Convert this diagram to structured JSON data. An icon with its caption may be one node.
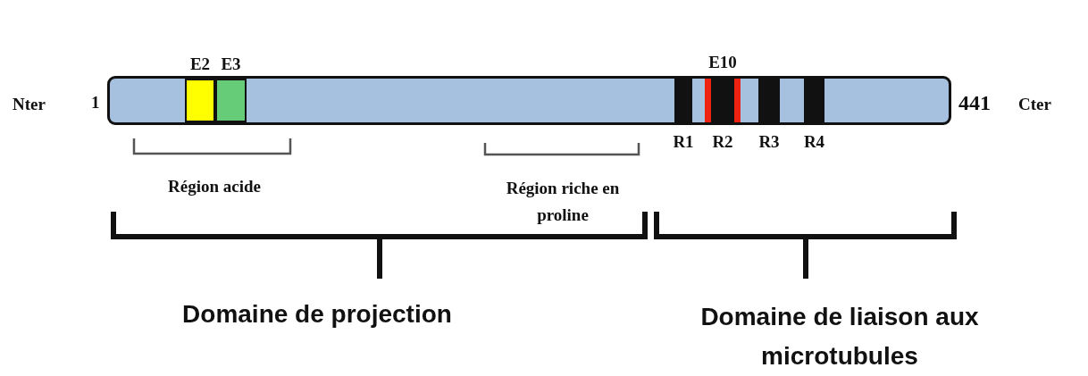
{
  "diagram": {
    "nodes": [
      {
        "text": [],
        "shape": "bar",
        "beside": [
          "1",
          "441"
        ]
      },
      {
        "text": [
          "E2"
        ],
        "in": 0
      },
      {
        "text": [
          "E3"
        ],
        "in": 0
      },
      {
        "text": [
          "R1"
        ],
        "in": 0
      },
      {
        "text": [
          "E10"
        ],
        "in": 0
      },
      {
        "text": [
          "R2"
        ],
        "in": 4
      },
      {
        "text": [
          "R3"
        ],
        "in": 0
      },
      {
        "text": [
          "R4"
        ],
        "in": 0
      }
    ],
    "labels": [
      "Nter",
      "Cter",
      "Région acide",
      "Région riche en proline",
      "Domaine de projection",
      "Domaine de liaison aux microtubules"
    ]
  }
}
